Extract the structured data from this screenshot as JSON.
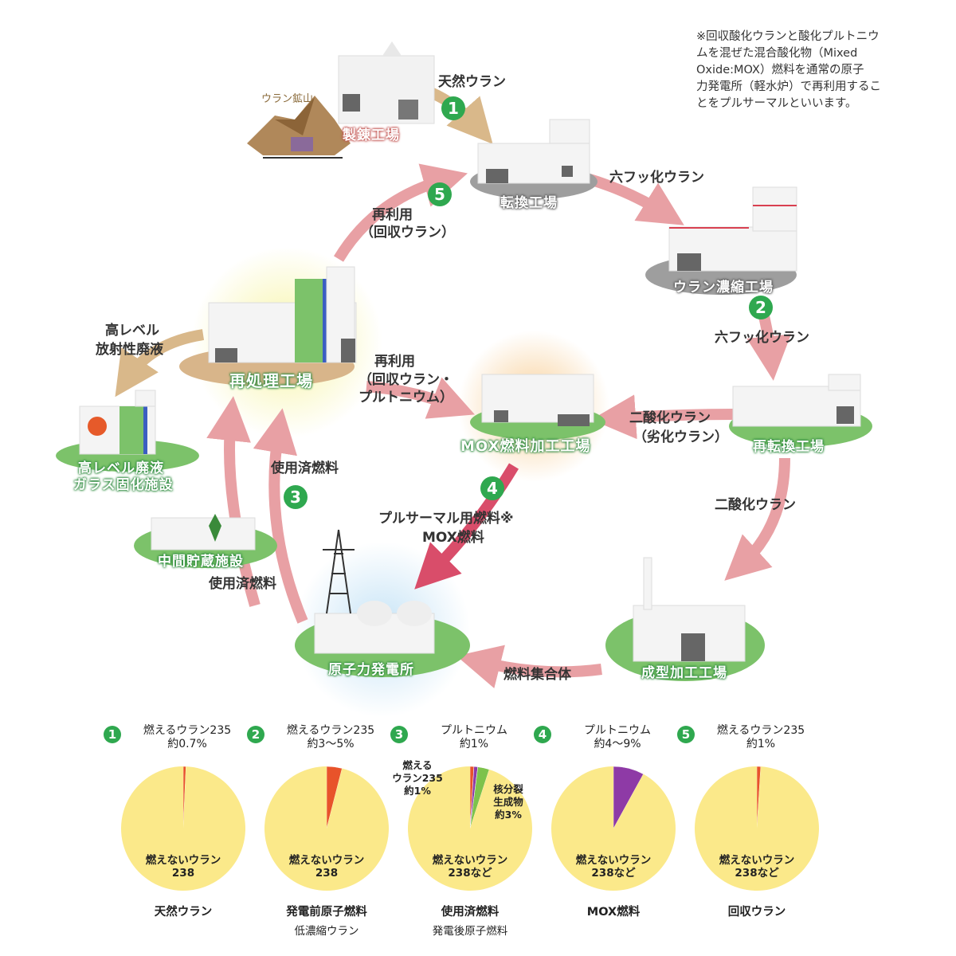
{
  "note": {
    "lines": [
      "※回収酸化ウランと酸化プルトニウ",
      "ムを混ぜた混合酸化物（Mixed",
      "Oxide:MOX）燃料を通常の原子",
      "力発電所（軽水炉）で再利用するこ",
      "とをプルサーマルといいます。"
    ]
  },
  "facilities": {
    "mine": "ウラン鉱山",
    "refinery": "製錬工場",
    "conversion": "転換工場",
    "enrichment": "ウラン濃縮工場",
    "reconversion": "再転換工場",
    "fabrication": "成型加工工場",
    "power_plant": "原子力発電所",
    "interim_storage": "中間貯蔵施設",
    "reprocessing": "再処理工場",
    "mox_plant": "MOX燃料加工工場",
    "vitrification_1": "高レベル廃液",
    "vitrification_2": "ガラス固化施設"
  },
  "flows": {
    "natural_uranium": "天然ウラン",
    "uf6_1": "六フッ化ウラン",
    "uf6_2": "六フッ化ウラン",
    "uo2_depleted": "二酸化ウラン",
    "uo2_depleted_sub": "（劣化ウラン）",
    "uo2": "二酸化ウラン",
    "fuel_assembly": "燃料集合体",
    "spent_fuel_1": "使用済燃料",
    "spent_fuel_2": "使用済燃料",
    "reuse_1": "再利用",
    "reuse_1_sub": "（回収ウラン）",
    "reuse_2": "再利用",
    "reuse_2_sub1": "（回収ウラン・",
    "reuse_2_sub2": "プルトニウム）",
    "hlw_1": "高レベル",
    "hlw_2": "放射性廃液",
    "pluthermal_1": "プルサーマル用燃料※",
    "pluthermal_2": "MOX燃料"
  },
  "step_numbers": [
    "1",
    "2",
    "3",
    "4",
    "5"
  ],
  "colors": {
    "arrow": "#e8a0a4",
    "arrow_dark": "#d94d6a",
    "green": "#2fa84f",
    "pie_bg": "#fbe98a",
    "u235": "#e8532a",
    "pu": "#8e3aa6",
    "fp": "#7dc24b"
  },
  "chart_data": [
    {
      "type": "pie",
      "num": "1",
      "title": [
        "燃えるウラン235",
        "約0.7%"
      ],
      "inner": [
        "燃えないウラン",
        "238"
      ],
      "caption": "天然ウラン",
      "caption2": "",
      "slices": [
        {
          "name": "燃えるウラン235",
          "value": 0.7,
          "color": "#e8532a"
        },
        {
          "name": "燃えないウラン238",
          "value": 99.3,
          "color": "#fbe98a"
        }
      ]
    },
    {
      "type": "pie",
      "num": "2",
      "title": [
        "燃えるウラン235",
        "約3～5%"
      ],
      "inner": [
        "燃えないウラン",
        "238"
      ],
      "caption": "発電前原子燃料",
      "caption2": "低濃縮ウラン",
      "slices": [
        {
          "name": "燃えるウラン235",
          "value": 4,
          "color": "#e8532a"
        },
        {
          "name": "燃えないウラン238",
          "value": 96,
          "color": "#fbe98a"
        }
      ]
    },
    {
      "type": "pie",
      "num": "3",
      "title": [
        "プルトニウム",
        "約1%"
      ],
      "inner": [
        "燃えないウラン",
        "238など"
      ],
      "caption": "使用済燃料",
      "caption2": "発電後原子燃料",
      "side_left": [
        "燃える",
        "ウラン235",
        "約1%"
      ],
      "side_right": [
        "核分裂",
        "生成物",
        "約3%"
      ],
      "slices": [
        {
          "name": "燃えるウラン235",
          "value": 1,
          "color": "#e8532a"
        },
        {
          "name": "プルトニウム",
          "value": 1,
          "color": "#8e3aa6"
        },
        {
          "name": "核分裂生成物",
          "value": 3,
          "color": "#7dc24b"
        },
        {
          "name": "燃えないウラン238など",
          "value": 95,
          "color": "#fbe98a"
        }
      ]
    },
    {
      "type": "pie",
      "num": "4",
      "title": [
        "プルトニウム",
        "約4～9%"
      ],
      "inner": [
        "燃えないウラン",
        "238など"
      ],
      "caption": "MOX燃料",
      "caption2": "",
      "slices": [
        {
          "name": "プルトニウム",
          "value": 8,
          "color": "#8e3aa6"
        },
        {
          "name": "燃えないウラン238など",
          "value": 92,
          "color": "#fbe98a"
        }
      ]
    },
    {
      "type": "pie",
      "num": "5",
      "title": [
        "燃えるウラン235",
        "約1%"
      ],
      "inner": [
        "燃えないウラン",
        "238など"
      ],
      "caption": "回収ウラン",
      "caption2": "",
      "slices": [
        {
          "name": "燃えるウラン235",
          "value": 1,
          "color": "#e8532a"
        },
        {
          "name": "燃えないウラン238など",
          "value": 99,
          "color": "#fbe98a"
        }
      ]
    }
  ]
}
